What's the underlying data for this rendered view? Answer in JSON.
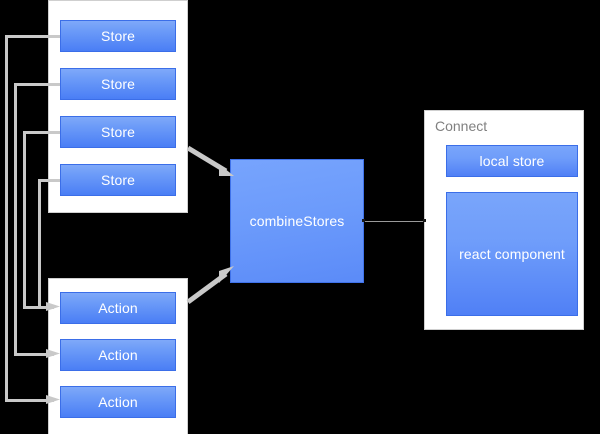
{
  "diagram": {
    "title": "redux-style data flow diagram",
    "background_color": "#000000",
    "node_fill_top": "#7fa9f9",
    "node_fill_bottom": "#4a7ef5",
    "node_text_color": "#ffffff",
    "panel_fill": "#ffffff",
    "panel_border": "#cfcfcf",
    "connector_color": "#c9c9c9"
  },
  "store_panel": {
    "name": "store-group",
    "nodes": [
      {
        "label": "Store"
      },
      {
        "label": "Store"
      },
      {
        "label": "Store"
      },
      {
        "label": "Store"
      }
    ]
  },
  "action_panel": {
    "name": "action-group",
    "nodes": [
      {
        "label": "Action"
      },
      {
        "label": "Action"
      },
      {
        "label": "Action"
      }
    ]
  },
  "combine": {
    "label": "combineStores"
  },
  "connect_panel": {
    "title": "Connect",
    "nodes": [
      {
        "label": "local store"
      },
      {
        "label": "react component"
      }
    ]
  }
}
